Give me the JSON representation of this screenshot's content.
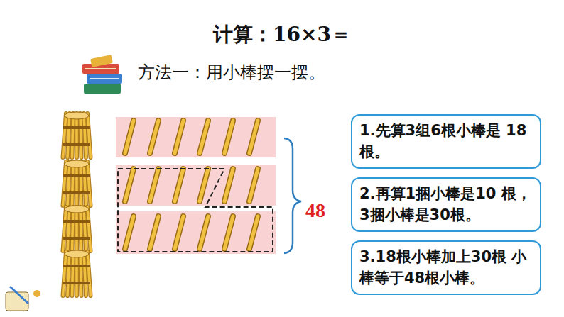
{
  "diagram": {
    "title": "计算：16×3＝",
    "nodes": [
      {
        "text": [
          "1.先算3组6根小棒是 18根。"
        ]
      },
      {
        "text": [
          "2.再算1捆小棒是10 根，3捆小棒是30根。"
        ]
      },
      {
        "text": [
          "3.18根小棒加上30根 小棒等于48根小棒。"
        ]
      }
    ],
    "labels": [
      "方法一：用小棒摆一摆。",
      "48"
    ]
  }
}
